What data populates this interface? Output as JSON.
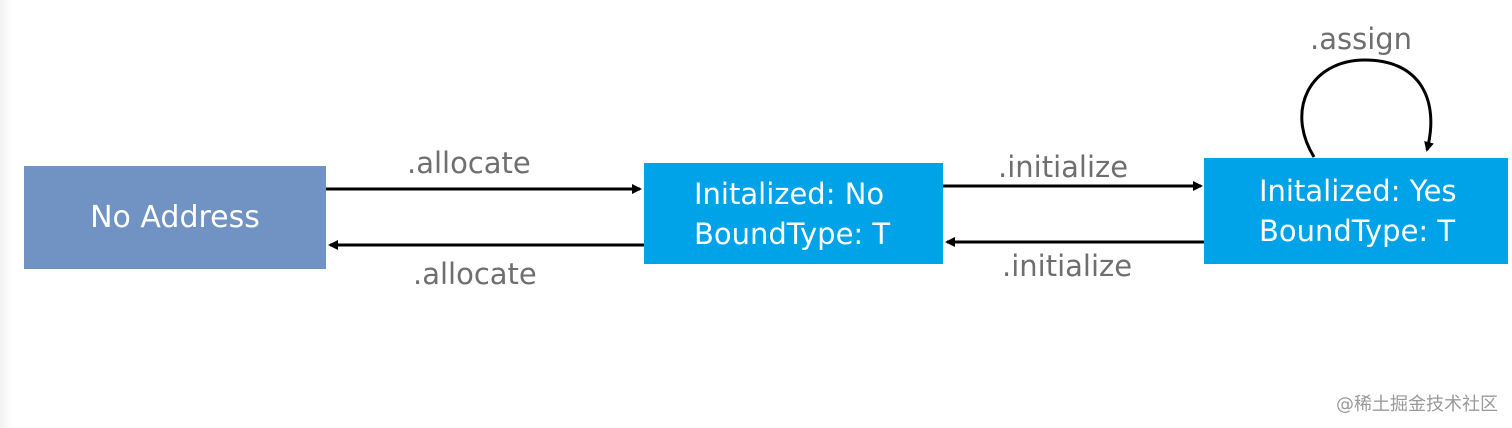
{
  "nodes": {
    "no_address": {
      "label": "No Address"
    },
    "uninitialized": {
      "line1": "Initalized: No",
      "line2": "BoundType: T"
    },
    "initialized": {
      "line1": "Initalized: Yes",
      "line2": "BoundType: T"
    }
  },
  "edges": {
    "allocate_forward": ".allocate",
    "allocate_backward": ".allocate",
    "initialize_forward": ".initialize",
    "initialize_backward": ".initialize",
    "assign_self": ".assign"
  },
  "colors": {
    "no_address_fill": "#7093c3",
    "state_fill": "#00a2e8",
    "arrow": "#000000",
    "label_text": "#6f6f6f"
  },
  "watermark": "@稀土掘金技术社区"
}
